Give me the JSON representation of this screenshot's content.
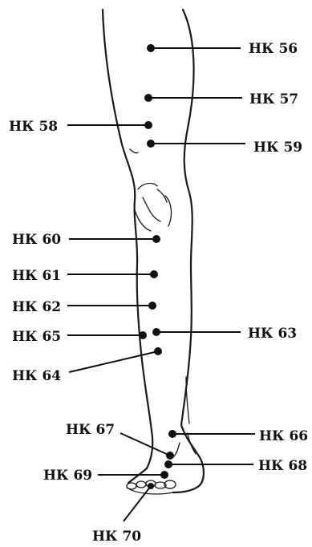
{
  "points": [
    {
      "id": "hk56",
      "label": "НК 56"
    },
    {
      "id": "hk57",
      "label": "НК 57"
    },
    {
      "id": "hk58",
      "label": "НК 58"
    },
    {
      "id": "hk59",
      "label": "НК 59"
    },
    {
      "id": "hk60",
      "label": "НК 60"
    },
    {
      "id": "hk61",
      "label": "НК 61"
    },
    {
      "id": "hk62",
      "label": "НК 62"
    },
    {
      "id": "hk63",
      "label": "НК 63"
    },
    {
      "id": "hk64",
      "label": "НК 64"
    },
    {
      "id": "hk65",
      "label": "НК 65"
    },
    {
      "id": "hk66",
      "label": "НК 66"
    },
    {
      "id": "hk67",
      "label": "НК 67"
    },
    {
      "id": "hk68",
      "label": "НК 68"
    },
    {
      "id": "hk69",
      "label": "НК 69"
    },
    {
      "id": "hk70",
      "label": "НК 70"
    }
  ]
}
